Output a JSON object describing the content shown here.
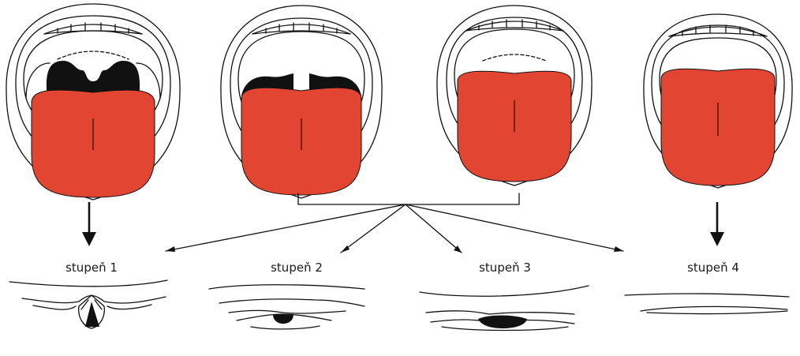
{
  "figure": {
    "grades": [
      {
        "label": "stupeň 1",
        "structures": [
          "mouth",
          "soft-palate",
          "uvula",
          "tonsillar-pillars",
          "tongue"
        ]
      },
      {
        "label": "stupeň 2",
        "structures": [
          "mouth",
          "soft-palate",
          "uvula-base",
          "tongue"
        ]
      },
      {
        "label": "stupeň 3",
        "structures": [
          "mouth",
          "soft-palate",
          "tongue"
        ]
      },
      {
        "label": "stupeň 4",
        "structures": [
          "mouth",
          "hard-palate",
          "tongue"
        ]
      }
    ],
    "colors": {
      "tongue": "#e24632",
      "tongue_line": "#5a1a12",
      "palate": "#f7d4e6",
      "pharynx": "#111111",
      "teeth": "#ffffff",
      "outline": "#111111"
    }
  }
}
